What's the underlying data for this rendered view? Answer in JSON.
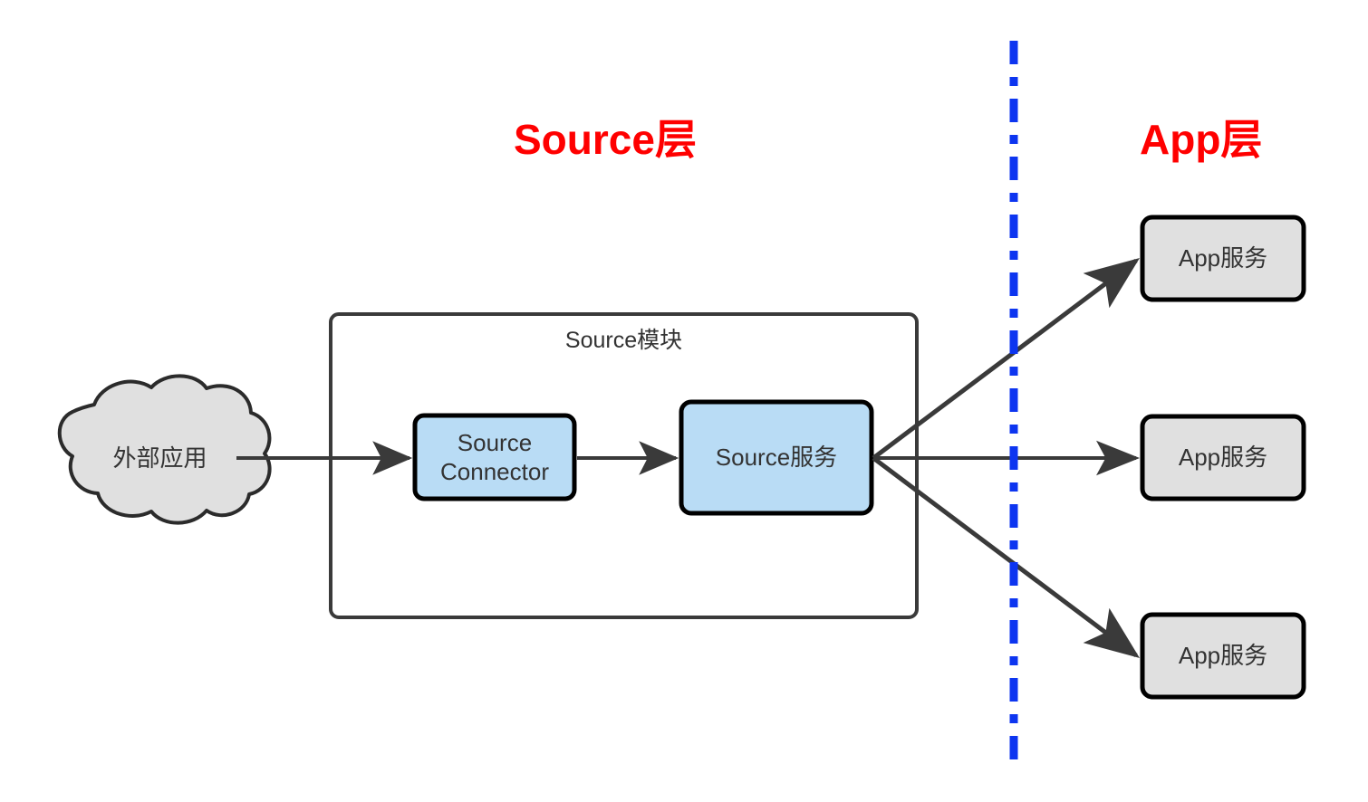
{
  "diagram": {
    "title_source_layer": "Source层",
    "title_app_layer": "App层",
    "module_caption": "Source模块",
    "cloud_label": "外部应用",
    "connector_label": "Source\nConnector",
    "service_label": "Source服务",
    "app_nodes": [
      {
        "label": "App服务"
      },
      {
        "label": "App服务"
      },
      {
        "label": "App服务"
      }
    ],
    "colors": {
      "layer_title": "#ff0000",
      "divider": "#0d35f0",
      "blue_fill": "#b9dcf5",
      "gray_fill": "#e0e0e0",
      "stroke_dark": "#2f2f2f",
      "stroke_black": "#000000",
      "text": "#333333"
    }
  }
}
